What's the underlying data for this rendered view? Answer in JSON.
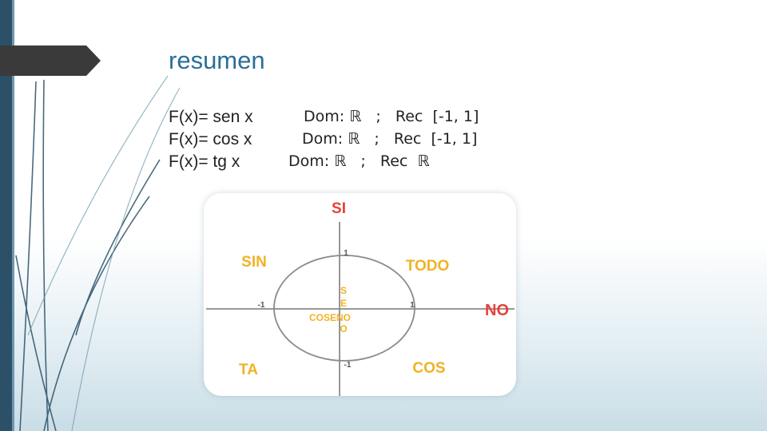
{
  "slide": {
    "title": "resumen",
    "functions": [
      {
        "label": "F(x)= sen x",
        "info": "Dom: ℝ   ;   Rec  [-1, 1]"
      },
      {
        "label": "F(x)= cos x",
        "info": "Dom: ℝ   ;   Rec  [-1, 1]"
      },
      {
        "label": "F(x)= tg x",
        "info": "Dom: ℝ   ;   Rec  ℝ"
      }
    ]
  },
  "diagram": {
    "top": "SI",
    "right": "NO",
    "q1": "TODO",
    "q2": "SIN",
    "q3": "TA",
    "q4": "COS",
    "tick_top": "1",
    "tick_bottom": "-1",
    "tick_left": "-1",
    "tick_right": "1",
    "seno_s": "S",
    "seno_e": "E",
    "coseno": "COSENO",
    "seno_o": "O",
    "colors": {
      "red": "#e8413a",
      "yellow": "#f0b323",
      "axis": "#8a8a8a"
    }
  }
}
